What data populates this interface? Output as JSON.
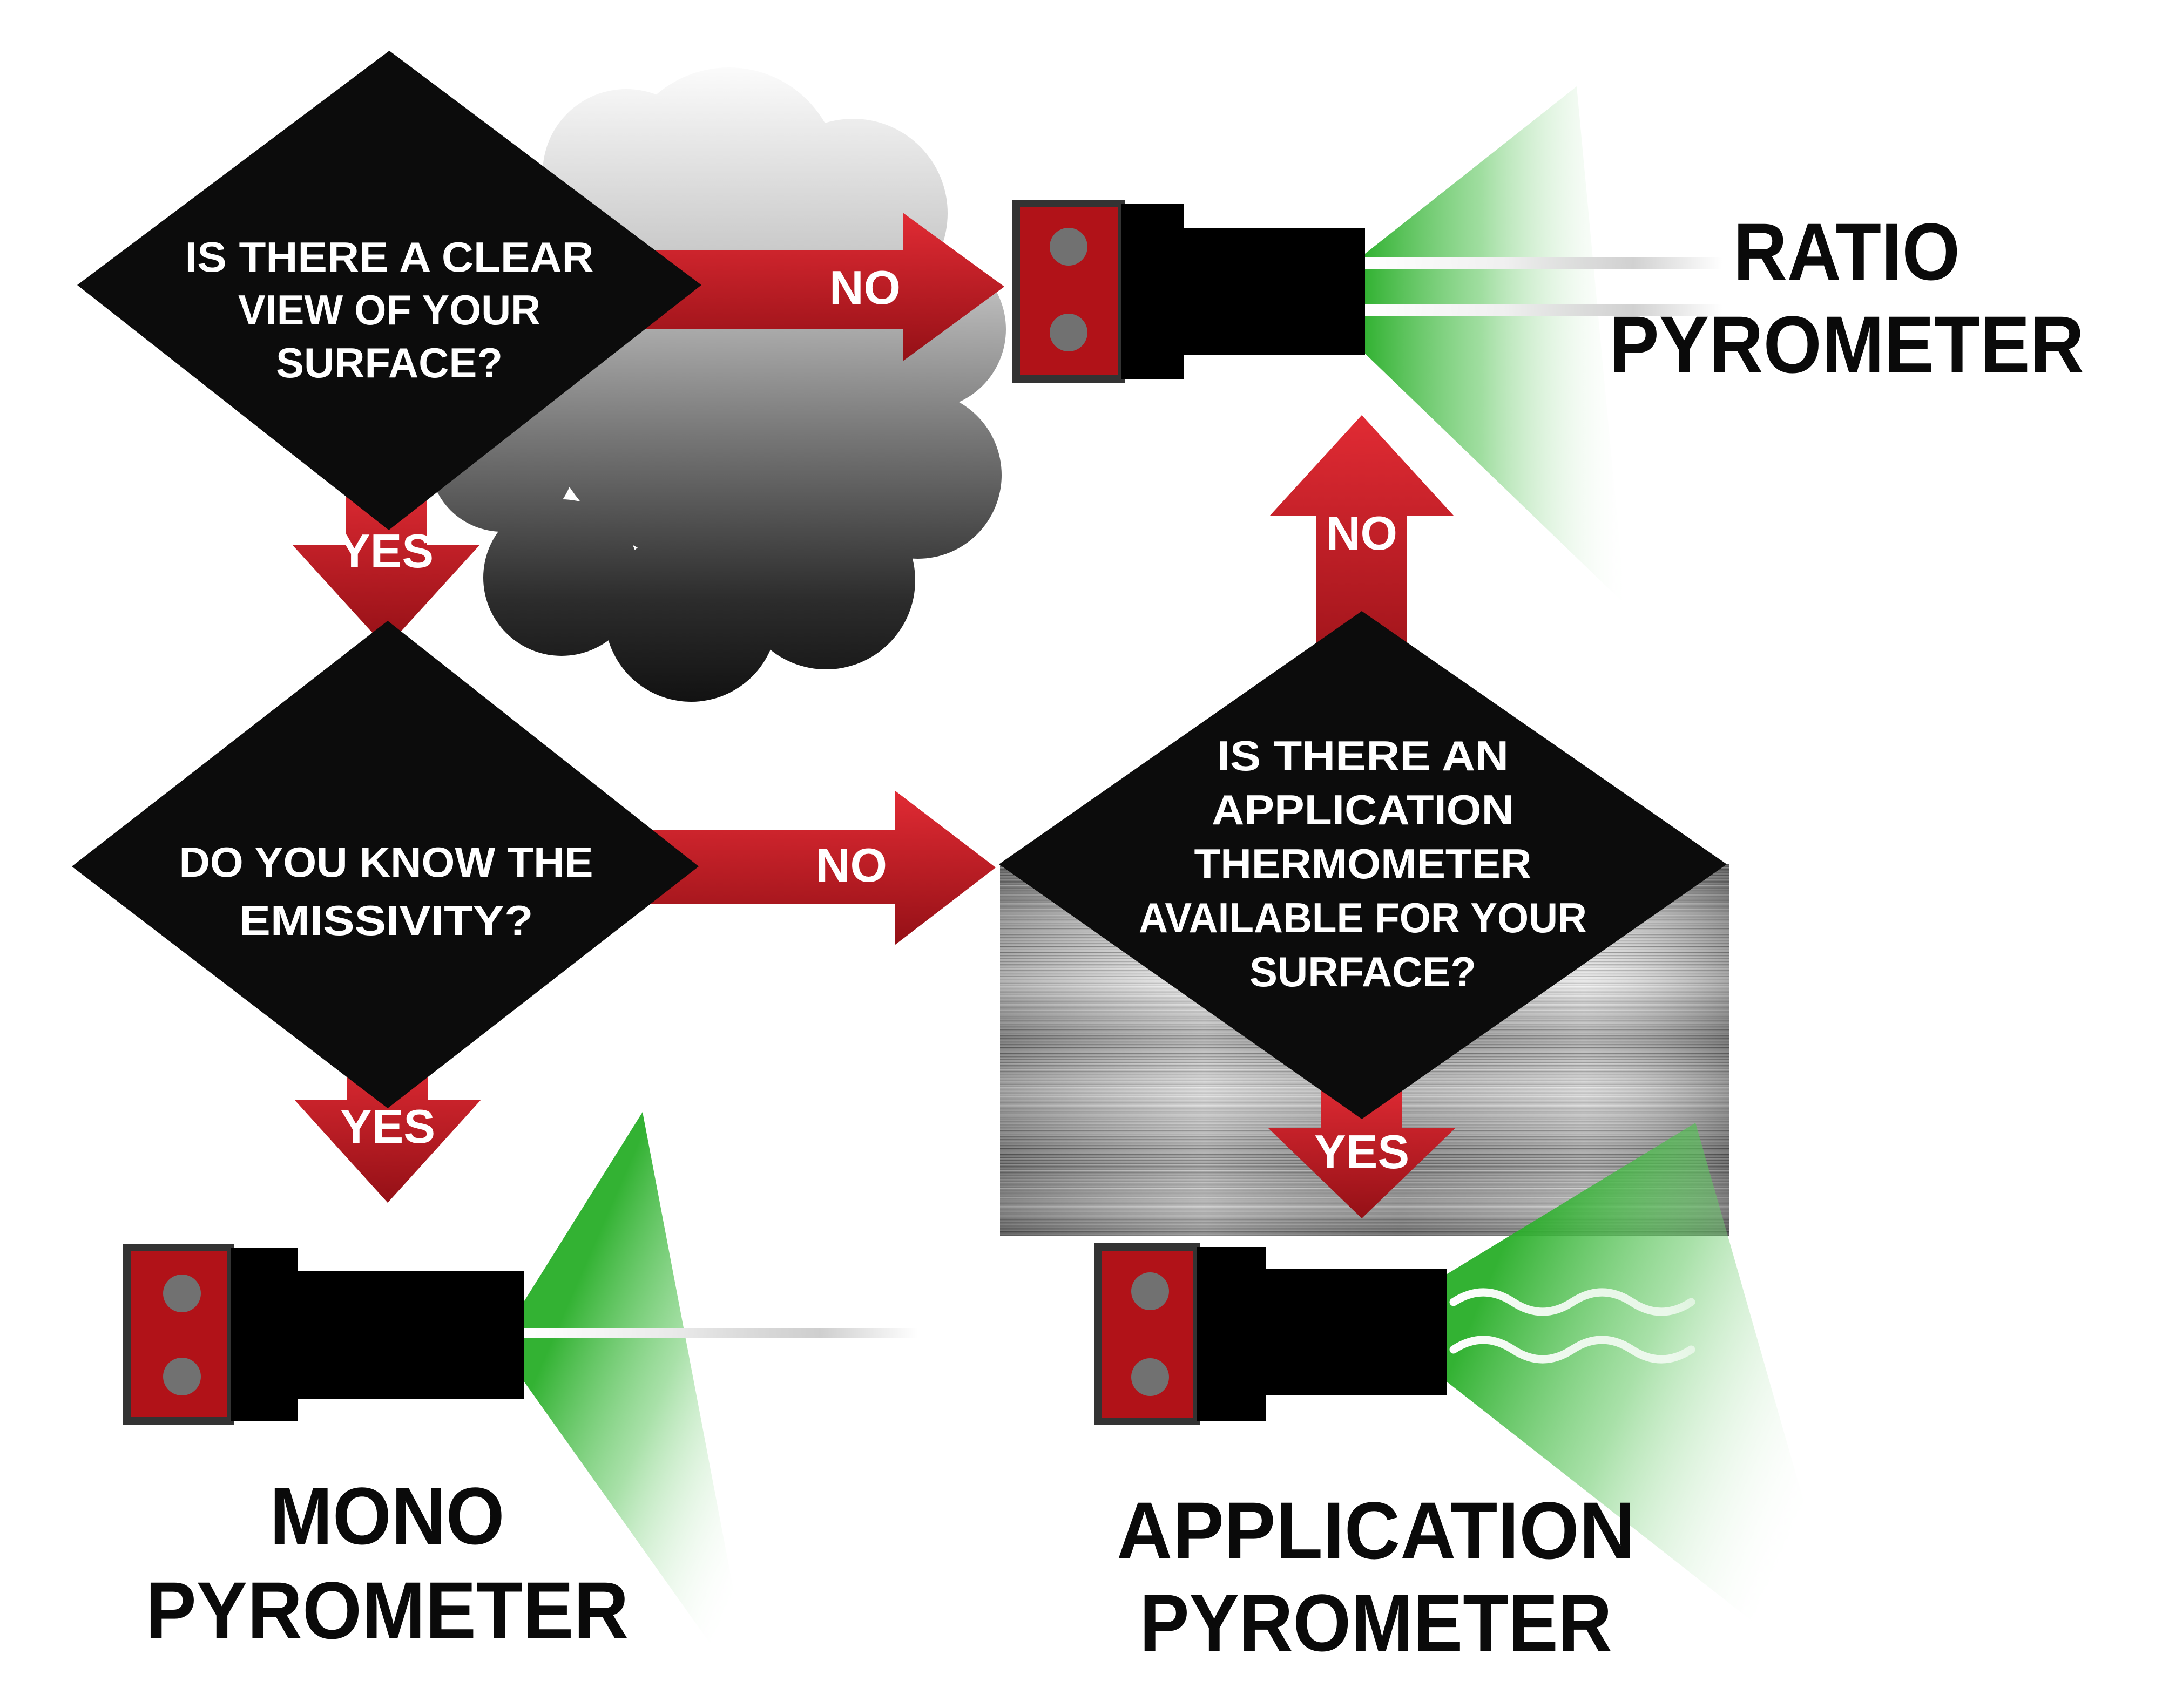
{
  "decisions": {
    "clear_view": {
      "lines": [
        "IS THERE A CLEAR",
        "VIEW OF YOUR",
        "SURFACE?"
      ]
    },
    "emissivity": {
      "lines": [
        "DO YOU KNOW THE",
        "EMISSIVITY?"
      ]
    },
    "app_thermometer": {
      "lines": [
        "IS THERE AN",
        "APPLICATION",
        "THERMOMETER",
        "AVAILABLE FOR YOUR",
        "SURFACE?"
      ]
    }
  },
  "branch_labels": {
    "clear_view_no": "NO",
    "clear_view_yes": "YES",
    "emissivity_no": "NO",
    "emissivity_yes": "YES",
    "app_thermometer_no": "NO",
    "app_thermometer_yes": "YES"
  },
  "outcomes": {
    "ratio": {
      "line1": "RATIO",
      "line2": "PYROMETER"
    },
    "mono": {
      "line1": "MONO",
      "line2": "PYROMETER"
    },
    "application": {
      "line1": "APPLICATION",
      "line2": "PYROMETER"
    }
  },
  "colors": {
    "arrow_red_light": "#E12B34",
    "arrow_red_dark": "#941016",
    "device_plate_red": "#B11218",
    "device_body_black": "#000000",
    "screw_gray": "#717171",
    "diamond_black": "#0C0C0C",
    "beam_green": "#28AE28",
    "metal_gray": "#A8A8A8",
    "text_white": "#FFFFFF",
    "label_black": "#0A0A0A"
  }
}
